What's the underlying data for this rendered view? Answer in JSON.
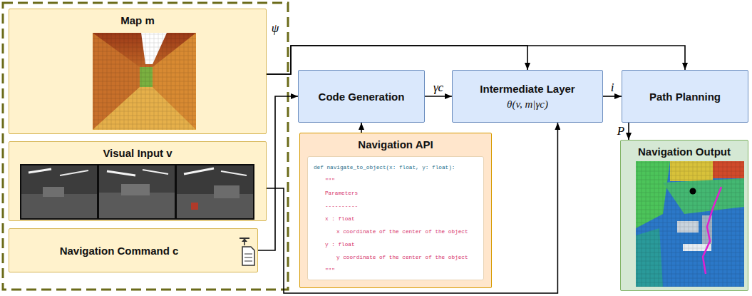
{
  "diagram": {
    "nodes": [
      {
        "text": [
          "Map m"
        ]
      },
      {
        "text": [
          "Visual Input v"
        ]
      },
      {
        "text": [
          "Navigation Command c"
        ]
      },
      {
        "text": [
          "Code Generation"
        ]
      },
      {
        "text": [
          "Intermediate Layer",
          "θ(v, m|γc)"
        ]
      },
      {
        "text": [
          "Path Planning"
        ]
      },
      {
        "text": [
          "Navigation API",
          "def navigate_to_object(x: float, y: float):",
          "\"\"\"",
          "Parameters",
          "----------",
          "x : float",
          "x coordinate of the center of the object",
          "y : float",
          "y coordinate of the center of the object",
          "\"\"\""
        ]
      },
      {
        "text": [
          "Navigation Output"
        ]
      }
    ],
    "edges": [
      {
        "from": 2,
        "to": 3,
        "arrow": "to"
      },
      {
        "from": 0,
        "to": 4,
        "label": "ψ",
        "arrow": "to"
      },
      {
        "from": 0,
        "to": 5,
        "arrow": "to"
      },
      {
        "from": 1,
        "to": 4,
        "arrow": "to"
      },
      {
        "from": 3,
        "to": 4,
        "label": "γc",
        "arrow": "to"
      },
      {
        "from": 4,
        "to": 5,
        "label": "i",
        "arrow": "to"
      },
      {
        "from": 5,
        "to": 7,
        "label": "P",
        "arrow": "to"
      },
      {
        "from": 6,
        "to": 3,
        "arrow": "to"
      }
    ]
  }
}
